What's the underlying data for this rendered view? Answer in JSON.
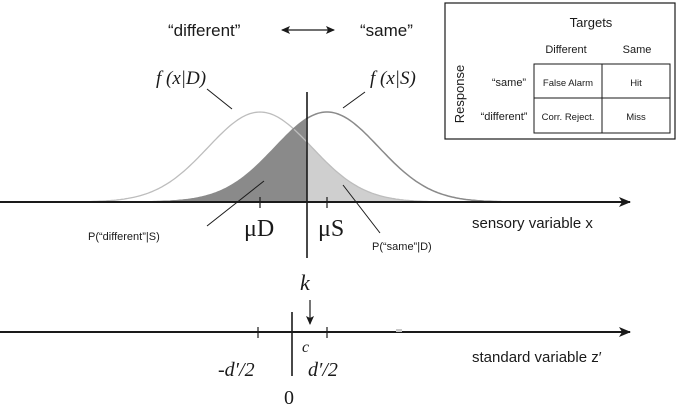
{
  "header": {
    "different_label": "“different”",
    "same_label": "“same”"
  },
  "curves": {
    "d_label": "f (x|D)",
    "s_label": "f (x|S)"
  },
  "axes": {
    "top_label": "sensory variable x",
    "bottom_label": "standard variable z′"
  },
  "means": {
    "mu_d": "μD",
    "mu_s": "μS"
  },
  "criterion": {
    "k_label": "k",
    "c_label": "c",
    "zero_label": "0",
    "neg_half_dprime": "-d′/2",
    "pos_half_dprime": "d′/2"
  },
  "annotations": {
    "p_different_given_s": "P(“different”|S)",
    "p_same_given_d": "P(“same”|D)"
  },
  "table": {
    "title": "Targets",
    "response_label": "Response",
    "col_headers": [
      "Different",
      "Same"
    ],
    "rows": [
      {
        "label": "“same”",
        "cells": [
          "False Alarm",
          "Hit"
        ]
      },
      {
        "label": "“different”",
        "cells": [
          "Corr. Reject.",
          "Miss"
        ]
      }
    ]
  },
  "colors": {
    "dark_fill": "#8a8a8a",
    "light_fill": "#cfcfcf",
    "curve_stroke": "#9a9a9a",
    "ink": "#1a1a1a"
  }
}
